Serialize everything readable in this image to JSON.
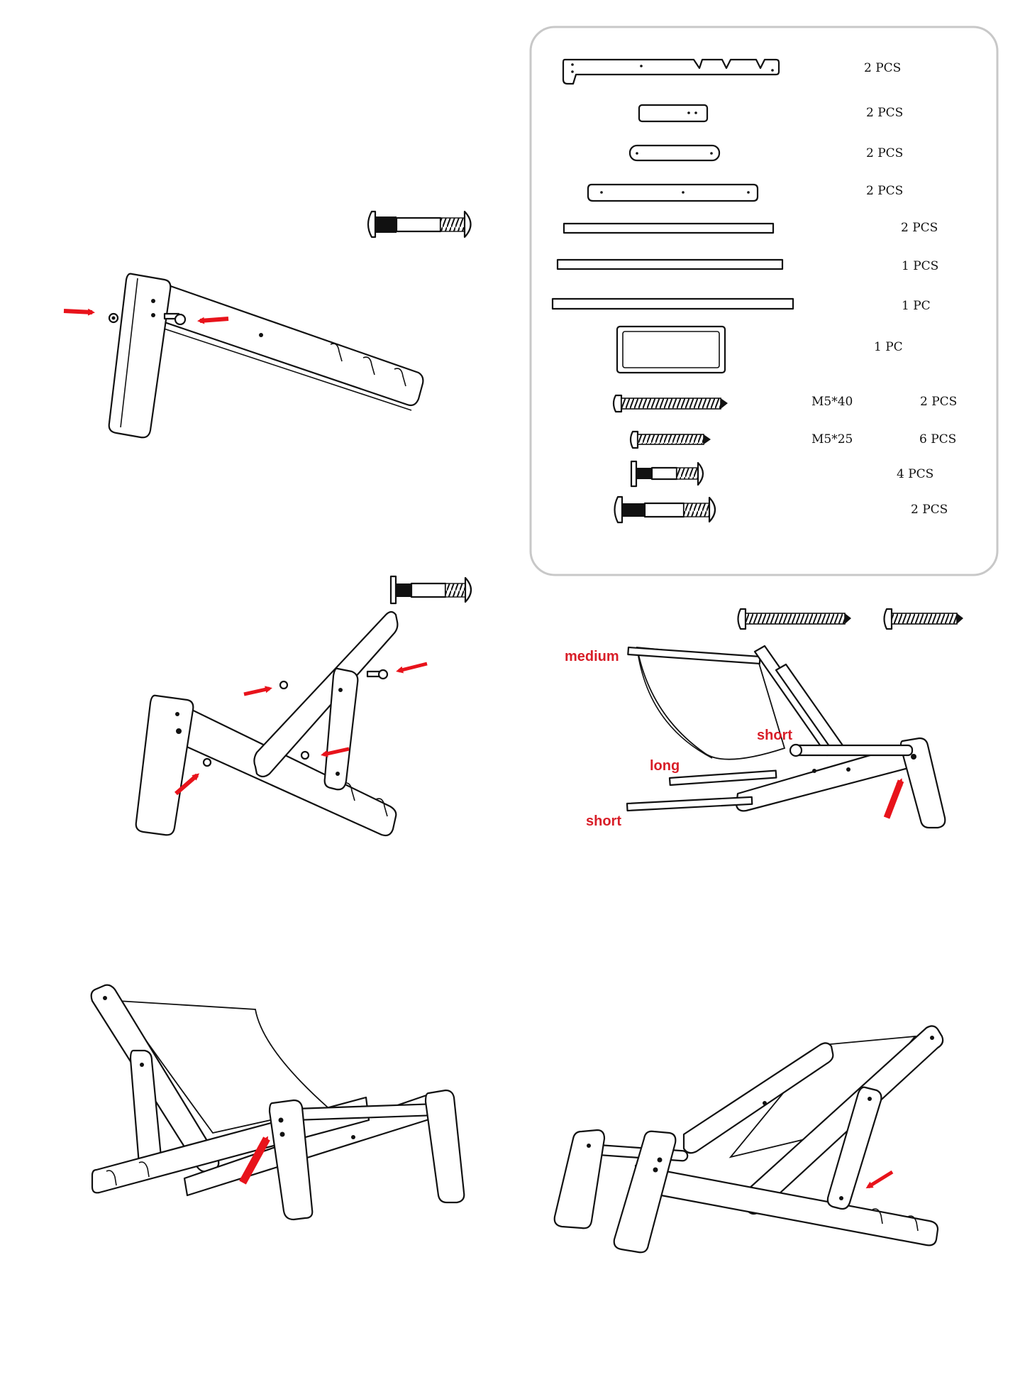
{
  "parts_list": [
    {
      "qty": "2 PCS"
    },
    {
      "qty": "2 PCS"
    },
    {
      "qty": "2 PCS"
    },
    {
      "qty": "2 PCS"
    },
    {
      "qty": "2 PCS"
    },
    {
      "qty": "1 PCS"
    },
    {
      "qty": "1 PC"
    },
    {
      "qty": "1 PC"
    },
    {
      "size": "M5*40",
      "qty": "2 PCS"
    },
    {
      "size": "M5*25",
      "qty": "6 PCS"
    },
    {
      "qty": "4 PCS"
    },
    {
      "qty": "2 PCS"
    }
  ],
  "step4_labels": {
    "medium": "medium",
    "short_top": "short",
    "long": "long",
    "short_bottom": "short"
  },
  "colors": {
    "arrow": "#e8131b",
    "label": "#d81e28",
    "panel_border": "#c8c8c8"
  }
}
